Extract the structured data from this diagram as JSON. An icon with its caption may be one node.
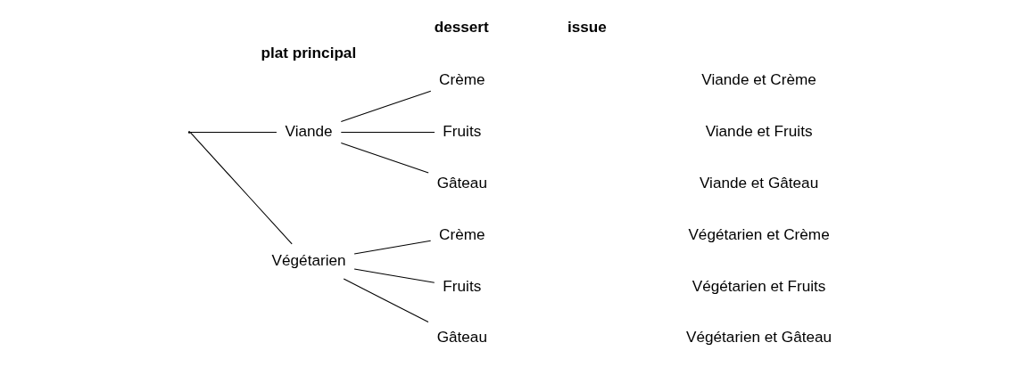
{
  "diagram": {
    "nodes": [
      {
        "text": [],
        "shape": "point"
      },
      {
        "text": [
          "Viande"
        ]
      },
      {
        "text": [
          "Végétarien"
        ]
      },
      {
        "text": [
          "Crème"
        ]
      },
      {
        "text": [
          "Fruits"
        ]
      },
      {
        "text": [
          "Gâteau"
        ]
      },
      {
        "text": [
          "Crème"
        ]
      },
      {
        "text": [
          "Fruits"
        ]
      },
      {
        "text": [
          "Gâteau"
        ]
      }
    ],
    "edges": [
      {
        "from": 0,
        "to": 1,
        "arrow": "none"
      },
      {
        "from": 0,
        "to": 2,
        "arrow": "none"
      },
      {
        "from": 1,
        "to": 3,
        "arrow": "none"
      },
      {
        "from": 1,
        "to": 4,
        "arrow": "none"
      },
      {
        "from": 1,
        "to": 5,
        "arrow": "none"
      },
      {
        "from": 2,
        "to": 6,
        "arrow": "none"
      },
      {
        "from": 2,
        "to": 7,
        "arrow": "none"
      },
      {
        "from": 2,
        "to": 8,
        "arrow": "none"
      }
    ],
    "labels": [
      "plat principal",
      "dessert",
      "issue",
      "Viande et Crème",
      "Viande et Fruits",
      "Viande et Gâteau",
      "Végétarien et Crème",
      "Végétarien et Fruits",
      "Végétarien et Gâteau"
    ]
  }
}
